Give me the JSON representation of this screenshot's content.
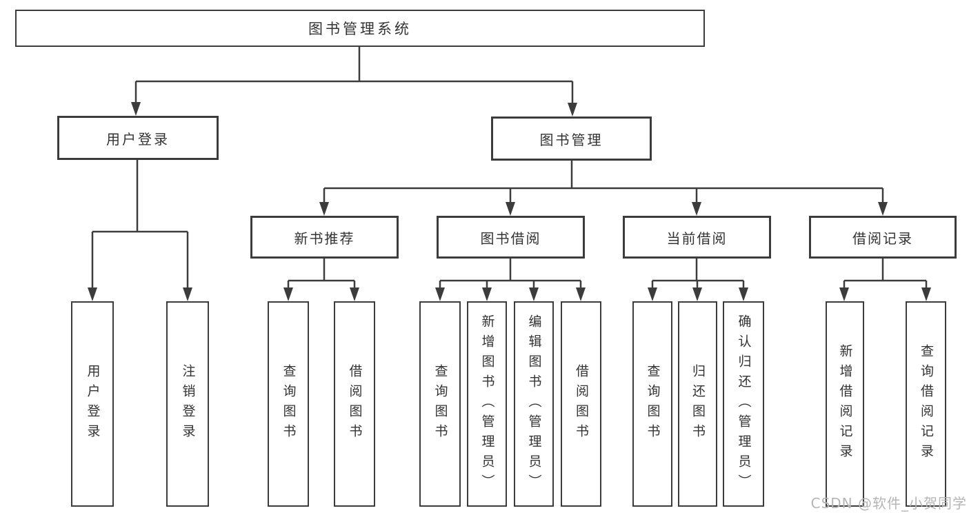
{
  "diagram_type": "tree",
  "nodes": {
    "root": "图书管理系统",
    "user_login": "用户登录",
    "book_management": "图书管理",
    "new_book_recommend": "新书推荐",
    "book_borrowing": "图书借阅",
    "current_borrowing": "当前借阅",
    "borrowing_records": "借阅记录",
    "leaf_user_login": "用户登录",
    "leaf_logout": "注销登录",
    "leaf_nb_query_books": "查询图书",
    "leaf_nb_borrow_books": "借阅图书",
    "leaf_bb_query_books": "查询图书",
    "leaf_bb_add_books": "新增图书（管理员）",
    "leaf_bb_edit_books": "编辑图书（管理员）",
    "leaf_bb_borrow_books": "借阅图书",
    "leaf_cb_query_books": "查询图书",
    "leaf_cb_return_books": "归还图书",
    "leaf_cb_confirm_return": "确认归还（管理员）",
    "leaf_br_add_record": "新增借阅记录",
    "leaf_br_query_record": "查询借阅记录"
  },
  "hierarchy": {
    "图书管理系统": {
      "用户登录": [
        "用户登录",
        "注销登录"
      ],
      "图书管理": {
        "新书推荐": [
          "查询图书",
          "借阅图书"
        ],
        "图书借阅": [
          "查询图书",
          "新增图书（管理员）",
          "编辑图书（管理员）",
          "借阅图书"
        ],
        "当前借阅": [
          "查询图书",
          "归还图书",
          "确认归还（管理员）"
        ],
        "借阅记录": [
          "新增借阅记录",
          "查询借阅记录"
        ]
      }
    }
  },
  "watermark": "CSDN @软件_小贺同学",
  "colors": {
    "line": "#3c3c3c",
    "text": "#333333",
    "watermark": "#b5b5b5",
    "background": "#ffffff"
  }
}
